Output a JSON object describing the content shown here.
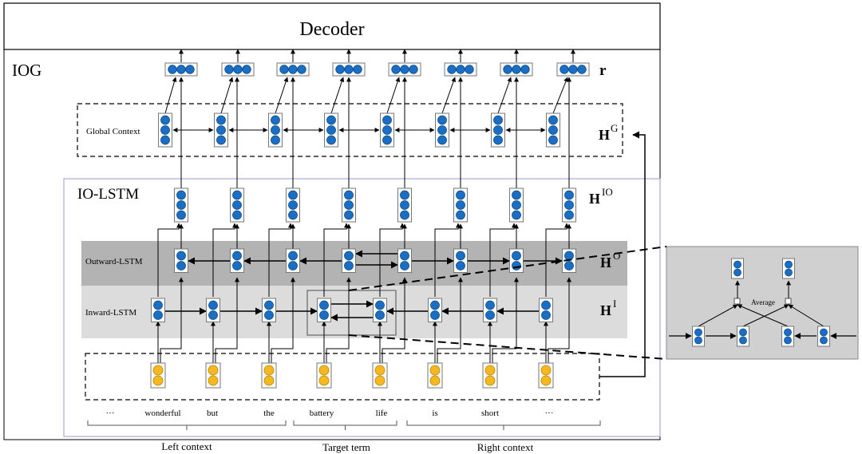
{
  "decoder": {
    "label": "Decoder"
  },
  "iog": {
    "label": "IOG"
  },
  "io_lstm": {
    "label": "IO-LSTM"
  },
  "layers": {
    "global_context": "Global Context",
    "outward_lstm": "Outward-LSTM",
    "inward_lstm": "Inward-LSTM"
  },
  "symbols": {
    "r": {
      "base": "r"
    },
    "hg": {
      "base": "H",
      "sup": "G"
    },
    "hio": {
      "base": "H",
      "sup": "IO"
    },
    "ho": {
      "base": "H",
      "sup": "O"
    },
    "hi": {
      "base": "H",
      "sup": "I"
    }
  },
  "tokens": [
    "···",
    "wonderful",
    "but",
    "the",
    "battery",
    "life",
    "is",
    "short",
    "···"
  ],
  "segments": {
    "left": "Left context",
    "target": "Target term",
    "right": "Right context"
  },
  "inset": {
    "average_label": "Average"
  },
  "colors": {
    "unit_blue": "#1a6fc4",
    "unit_blue_dark": "#0f4c8a",
    "embed_yellow": "#f5b820",
    "embed_yellow_dark": "#b88400",
    "outward_band": "#b3b3b3",
    "inward_band": "#dcdcdc",
    "inset_bg": "#d0d0d0",
    "io_frame": "#9a9ac8"
  }
}
